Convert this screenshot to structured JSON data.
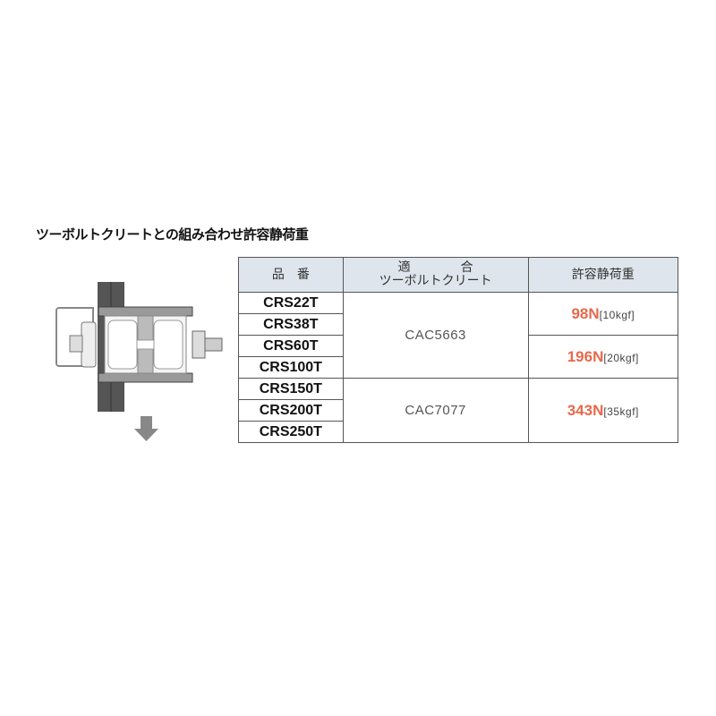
{
  "title": "ツーボルトクリートとの組み合わせ許容静荷重",
  "table": {
    "headers": {
      "part": "品　番",
      "clip_line1": "適　　　　合",
      "clip_line2": "ツーボルトクリート",
      "load": "許容静荷重"
    },
    "parts": [
      "CRS22T",
      "CRS38T",
      "CRS60T",
      "CRS100T",
      "CRS150T",
      "CRS200T",
      "CRS250T"
    ],
    "clips": [
      "CAC5663",
      "CAC7077"
    ],
    "loads": [
      {
        "n": "98N",
        "kgf": "[10kgf]"
      },
      {
        "n": "196N",
        "kgf": "[20kgf]"
      },
      {
        "n": "343N",
        "kgf": "[35kgf]"
      }
    ]
  },
  "colors": {
    "accent": "#e8684a",
    "header_bg": "#dfe5ec"
  },
  "icons": {
    "figure": "clamp-assembly-diagram",
    "arrow": "down-arrow-icon"
  }
}
